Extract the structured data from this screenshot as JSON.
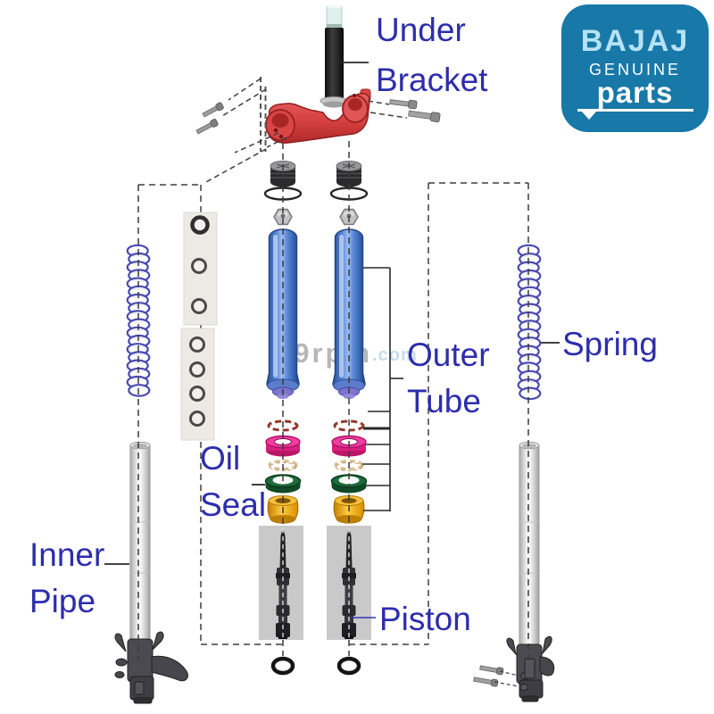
{
  "labels": {
    "under_bracket": {
      "line1": "Under",
      "line2": "Bracket"
    },
    "spring": {
      "text": "Spring"
    },
    "outer_tube": {
      "line1": "Outer",
      "line2": "Tube"
    },
    "oil_seal": {
      "line1": "Oil",
      "line2": "Seal"
    },
    "inner_pipe": {
      "line1": "Inner",
      "line2": "Pipe"
    },
    "piston": {
      "text": "Piston"
    }
  },
  "watermark": {
    "name": "99rpm",
    "suffix": ".com"
  },
  "logo": {
    "brand": "BAJAJ",
    "line2": "GENUINE",
    "line3": "parts"
  },
  "colors": {
    "label_text": "#2D2DAD",
    "logo_background": "#1878A8",
    "logo_brand_text": "#B5E2F4",
    "outer_tube_blue": "#4F7FD0",
    "spring_blue": "#4A4AB2",
    "under_bracket_red": "#D94545",
    "oil_seal_pink": "#D81F7E",
    "dust_seal_green": "#16552F",
    "bushing_orange": "#E89C00",
    "inner_pipe_gray": "#D6D6D6",
    "watermark_gray": "#ABABAB",
    "watermark_blue": "#BCD7E8"
  }
}
